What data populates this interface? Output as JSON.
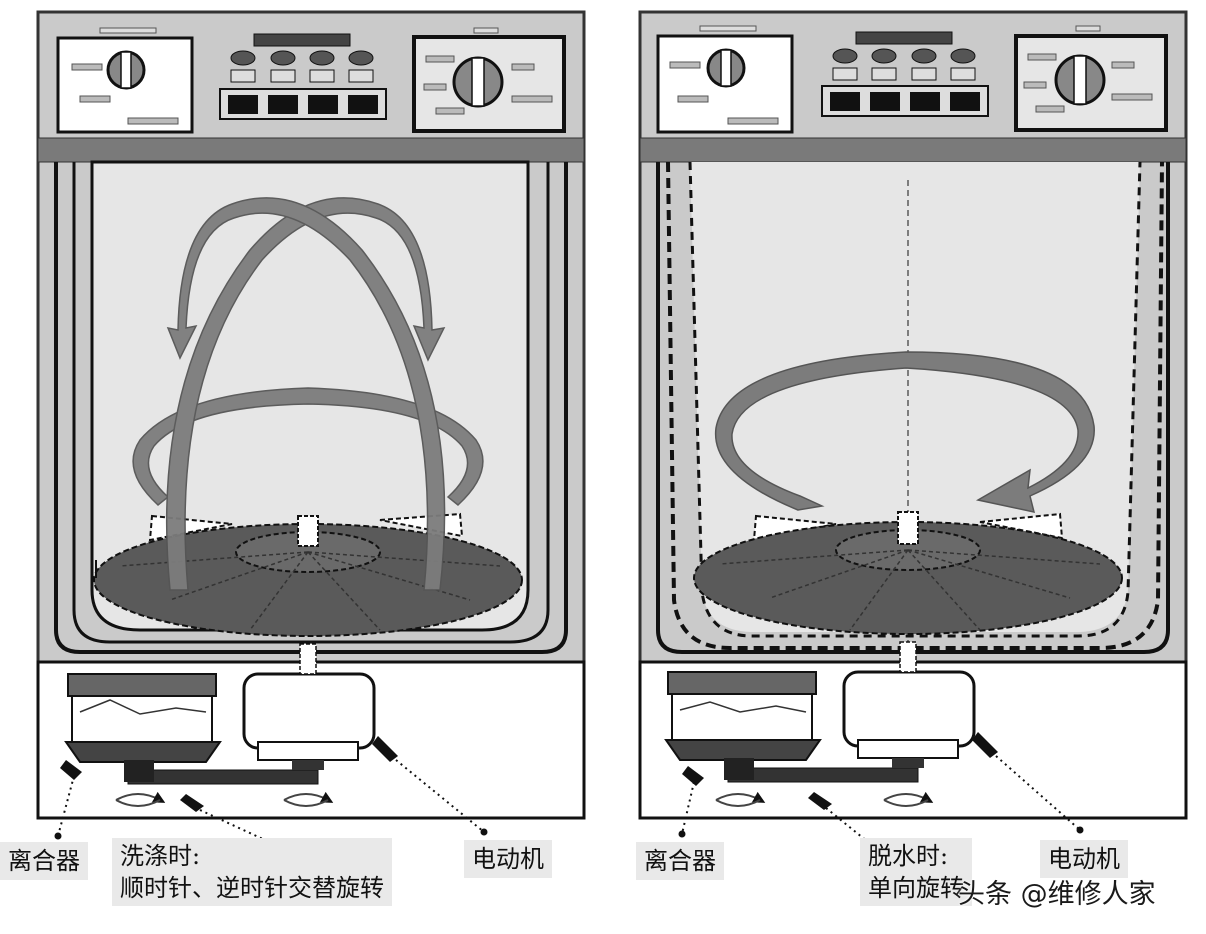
{
  "left_panel": {
    "clutch_label": "离合器",
    "wash_title": "洗涤时:",
    "wash_desc": "顺时针、逆时针交替旋转",
    "motor_label": "电动机"
  },
  "right_panel": {
    "clutch_label": "离合器",
    "spin_title": "脱水时:",
    "spin_desc": "单向旋转",
    "motor_label": "电动机"
  },
  "watermark": "头条 @维修人家",
  "colors": {
    "cabinet": "#c9c9c9",
    "tub_water": "#e8e8e8",
    "arrow_fill": "#7c7c7c",
    "impeller": "#5a5a5a",
    "band": "#7a7a7a",
    "line": "#111111"
  }
}
